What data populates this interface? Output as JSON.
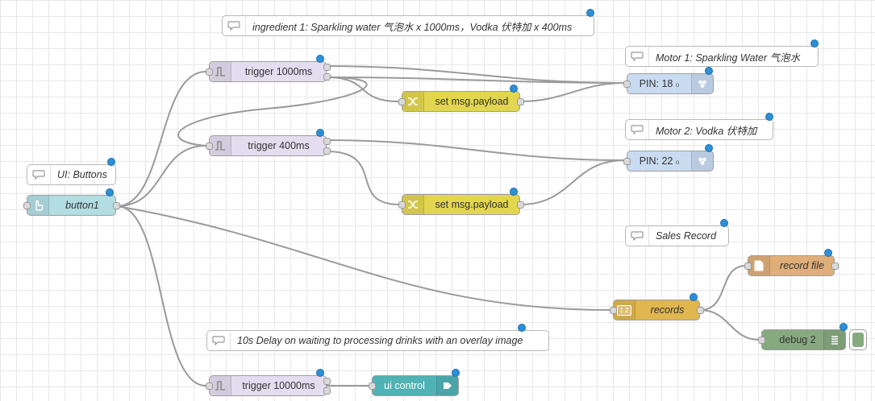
{
  "canvas": {
    "wire_color": "#9a9a9a",
    "badge_color": "#2d8fd6"
  },
  "comments": {
    "ingredient": "ingredient 1: Sparkling water 气泡水 x 1000ms，Vodka 伏特加 x 400ms",
    "motor1": "Motor 1: Sparkling Water 气泡水",
    "motor2": "Motor 2: Vodka 伏特加",
    "ui_buttons": "UI: Buttons",
    "sales_record": "Sales Record",
    "delay": "10s Delay on waiting to processing drinks with an overlay image"
  },
  "nodes": {
    "trigger_1000": "trigger 1000ms",
    "trigger_400": "trigger 400ms",
    "trigger_10000": "trigger 10000ms",
    "set_payload_1": "set msg.payload",
    "set_payload_2": "set msg.payload",
    "pin18": "PIN: 18",
    "pin22": "PIN: 22",
    "button1": "button1",
    "records": "records",
    "record_file": "record file",
    "debug2": "debug 2",
    "ui_control": "ui control",
    "records_icon_text": "1.2"
  },
  "colors": {
    "trigger": "#e4dcef",
    "change": "#e2d64e",
    "rpi_gpio": "#c8dbf1",
    "ui_button": "#b2dde3",
    "template": "#e0b64e",
    "file": "#dfae79",
    "debug": "#87a980",
    "ui_control": "#4fb2b4"
  },
  "icons": {
    "trigger": "trigger-pulse-icon",
    "change": "shuffle-icon",
    "rpi": "raspberry-pi-icon",
    "button": "pointer-hand-icon",
    "template": "template-icon",
    "file": "file-icon",
    "debug": "debug-list-icon",
    "ui_control": "arrow-right-icon",
    "comment": "comment-bubble-icon"
  }
}
